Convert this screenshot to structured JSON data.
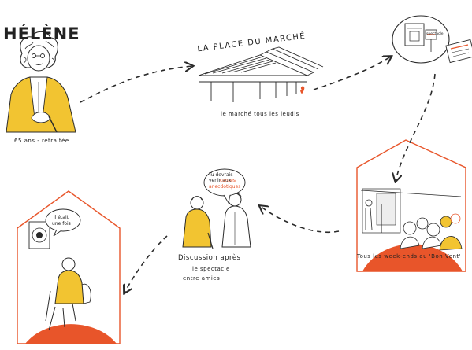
{
  "character": {
    "name": "HÉLÈNE",
    "caption": "65 ans - retraitée"
  },
  "scene_market": {
    "title": "LA PLACE DU MARCHÉ",
    "caption": "le marché tous les jeudis"
  },
  "scene_poster": {
    "poster_text": "spectacle"
  },
  "scene_show": {
    "caption": "Tous les week-ends au 'Bon Vent'"
  },
  "scene_discussion": {
    "bubble_line1": "Tu devrais",
    "bubble_line2": "venir aux",
    "bubble_highlight": "contes",
    "bubble_highlight2": "anecdotiques",
    "caption_line1": "Discussion après",
    "caption_line2": "le spectacle",
    "caption_line3": "entre amies"
  },
  "scene_home": {
    "bubble_line1": "il était",
    "bubble_line2": "une fois"
  },
  "colors": {
    "accent_orange": "#e8552a",
    "figure_yellow": "#f2c431",
    "ink": "#2a2a2a"
  }
}
